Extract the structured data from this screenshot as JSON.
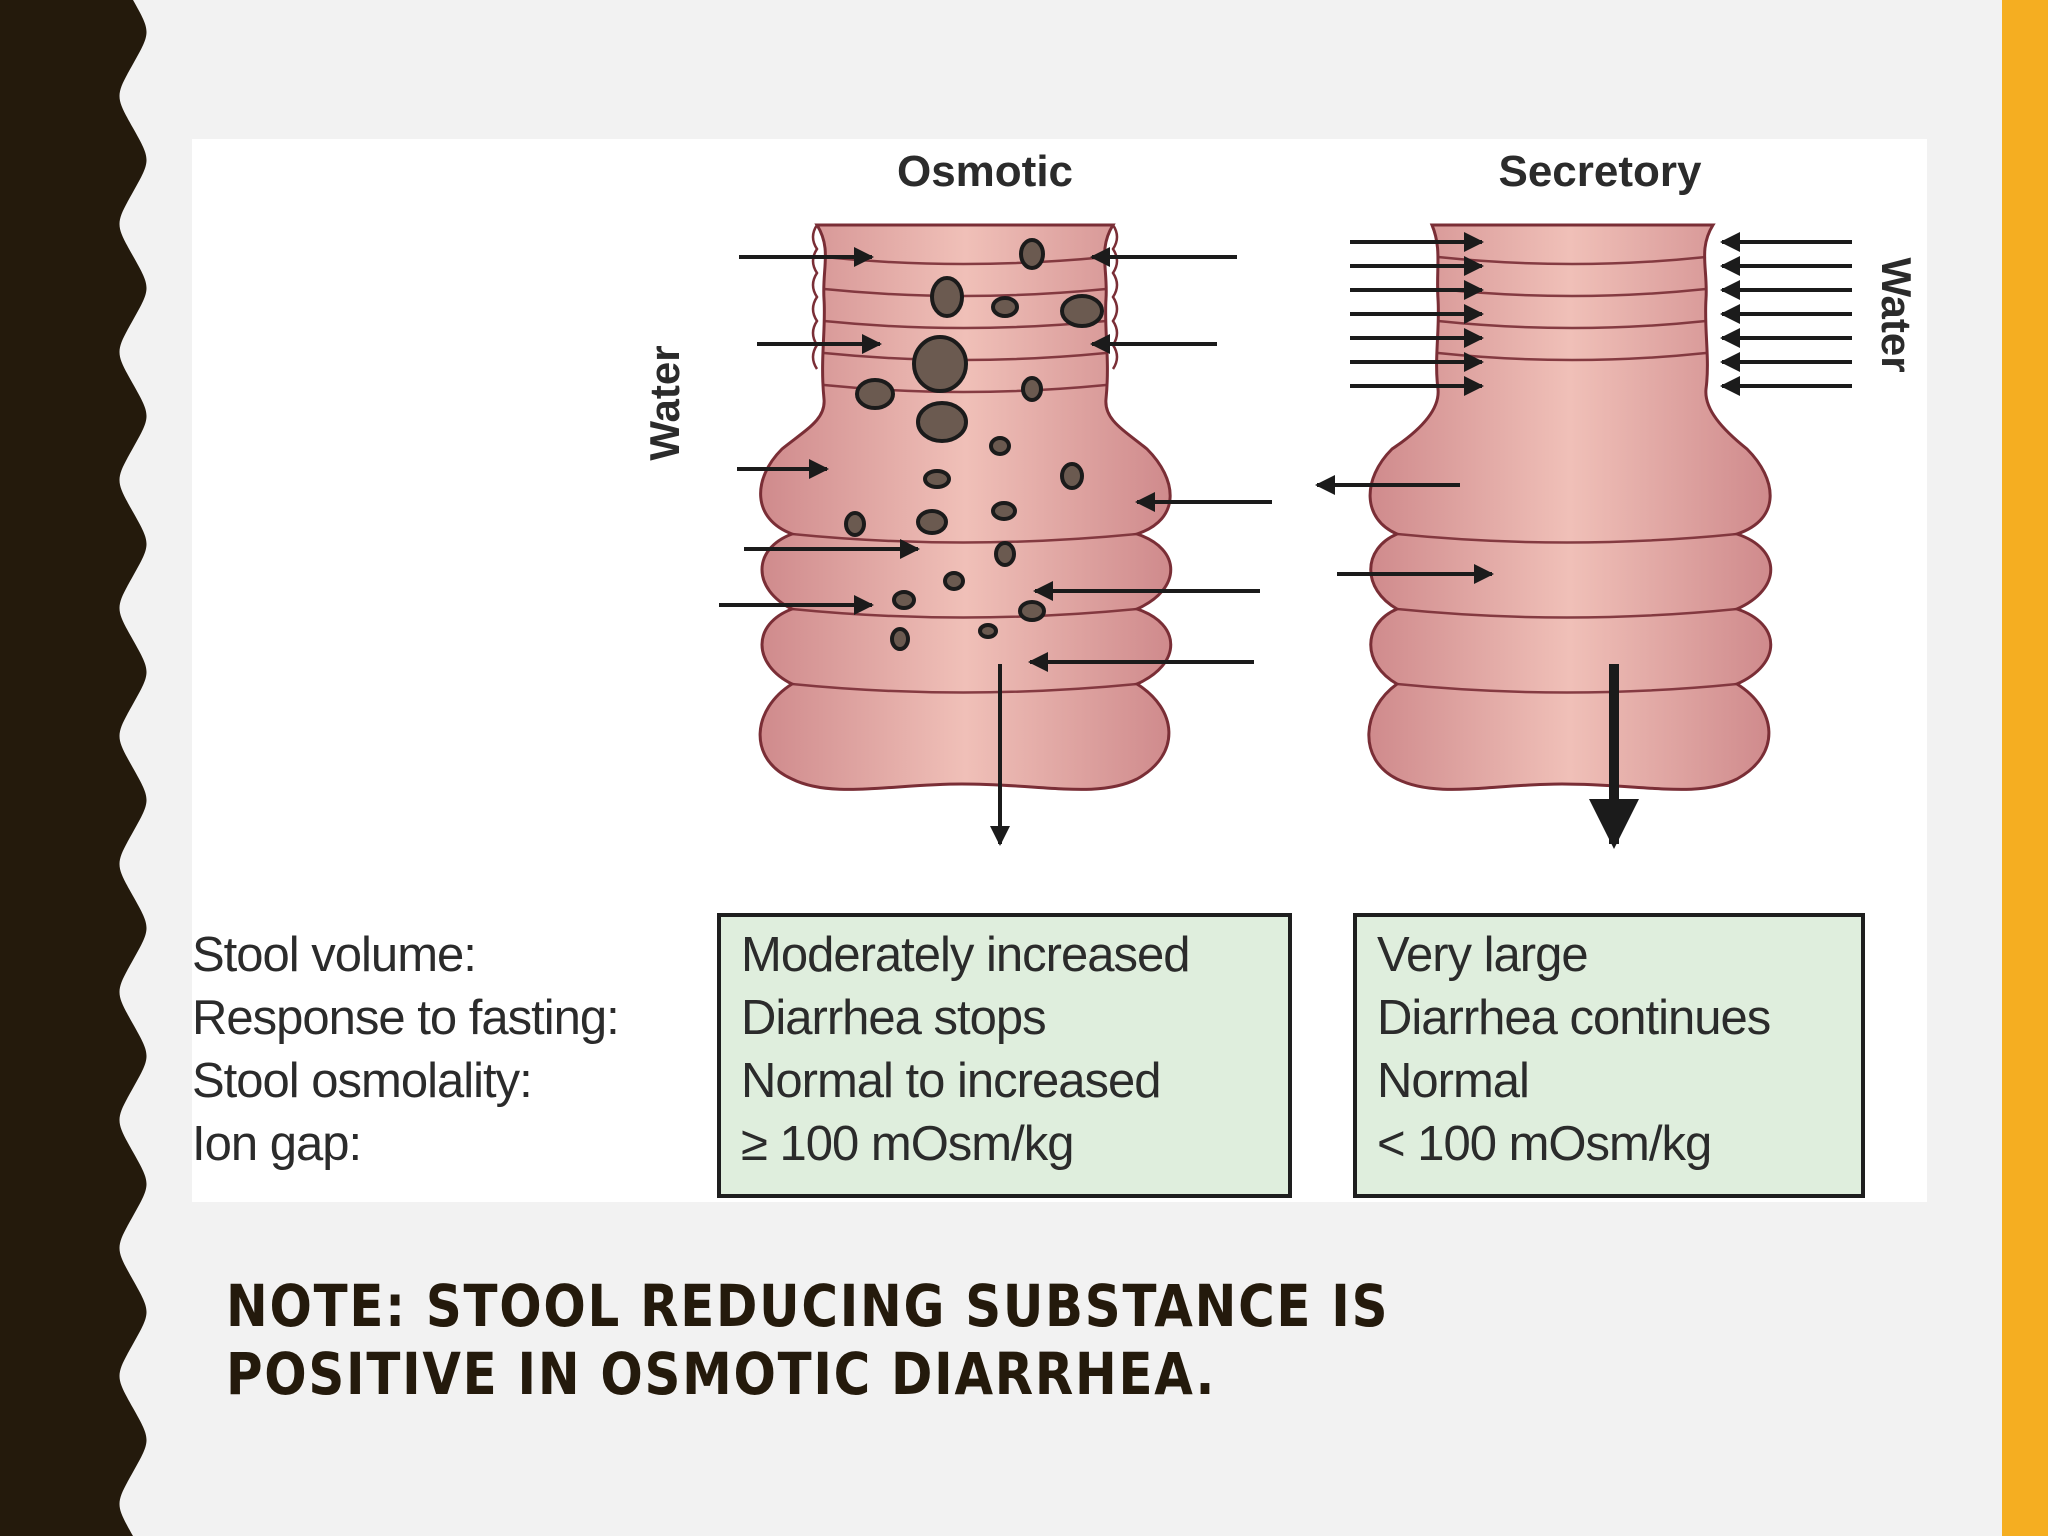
{
  "diagram": {
    "osmotic_title": "Osmotic",
    "secretory_title": "Secretory",
    "water_label_left": "Water",
    "water_label_right": "Water",
    "row_labels": [
      "Stool volume:",
      "Response to fasting:",
      "Stool osmolality:",
      "Ion gap:"
    ],
    "osmotic_values": [
      "Moderately increased",
      "Diarrhea stops",
      "Normal to increased",
      "≥ 100 mOsm/kg"
    ],
    "secretory_values": [
      "Very large",
      "Diarrhea continues",
      "Normal",
      "< 100 mOsm/kg"
    ]
  },
  "note": "NOTE: STOOL REDUCING SUBSTANCE IS POSITIVE IN OSMOTIC DIARRHEA.",
  "colors": {
    "border_dark": "#241a0c",
    "accent": "#f5ae21",
    "intestine_fill": "#e2a3a3",
    "intestine_stroke": "#7a2e36",
    "box_fill": "#dfeedd",
    "particle": "#6b5a50"
  }
}
